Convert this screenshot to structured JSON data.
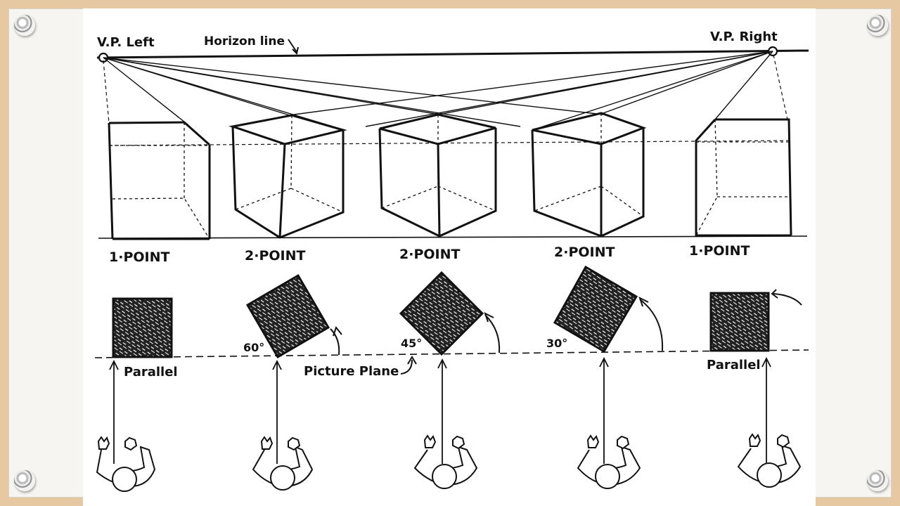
{
  "labels": {
    "vp_left": "V.P. Left",
    "vp_right": "V.P. Right",
    "horizon": "Horizon line",
    "picture_plane": "Picture Plane",
    "types": [
      "1·POINT",
      "2·POINT",
      "2·POINT",
      "2·POINT",
      "1·POINT"
    ],
    "angles": [
      "60°",
      "45°",
      "30°"
    ],
    "parallel_left": "Parallel",
    "parallel_right": "Parallel"
  },
  "colors": {
    "ink": "#111111",
    "sheet": "#ffffff",
    "board": "#f6f5f1",
    "frame": "#e6c9a3"
  }
}
